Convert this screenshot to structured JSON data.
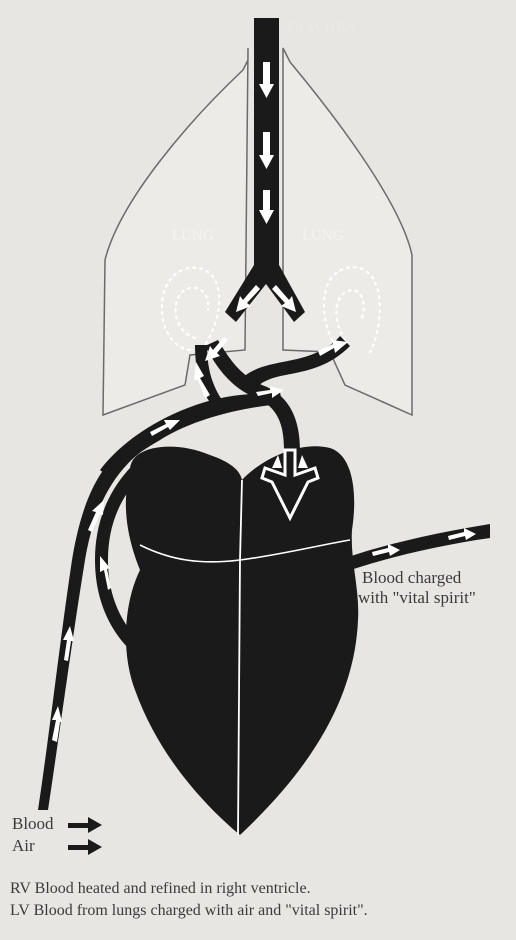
{
  "labels": {
    "trachea": "TRACHEA",
    "lung_left": "LUNG",
    "lung_right": "LUNG",
    "blood_charged_line1": "Blood charged",
    "blood_charged_line2": "with \"vital spirit\""
  },
  "legend": {
    "blood": "Blood",
    "air": "Air"
  },
  "caption": {
    "line1": "RV Blood heated and refined in right ventricle.",
    "line2": "LV Blood from lungs charged with air and \"vital spirit\"."
  },
  "colors": {
    "background": "#e7e6e2",
    "ink": "#1a1a1a",
    "outline": "#555555",
    "arrow_fill": "#ffffff"
  }
}
